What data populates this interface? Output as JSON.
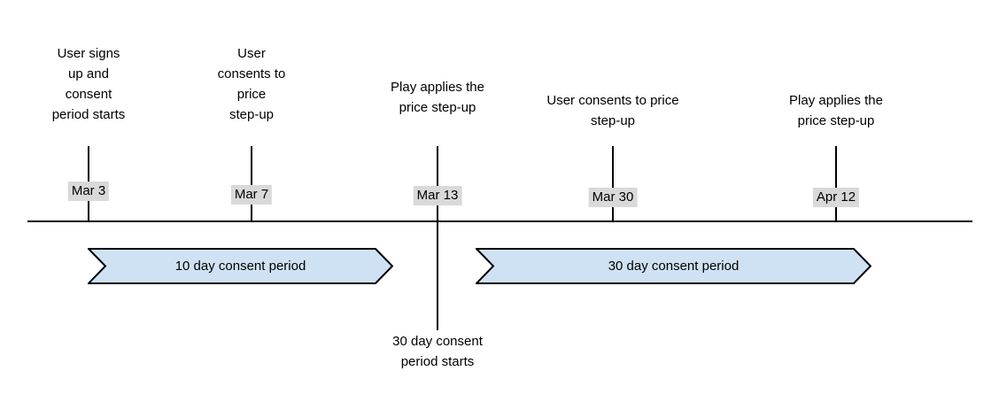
{
  "colors": {
    "background": "#ffffff",
    "text": "#000000",
    "axis": "#000000",
    "date_label_bg": "#d9d9d9",
    "banner_fill": "#cfe2f3",
    "banner_border": "#000000"
  },
  "events": [
    {
      "date": "Mar 3",
      "description": "User signs\nup and\nconsent\nperiod starts"
    },
    {
      "date": "Mar 7",
      "description": "User\nconsents to\nprice\nstep-up"
    },
    {
      "date": "Mar 13",
      "description": "Play applies the\nprice step-up"
    },
    {
      "date": "Mar 30",
      "description": "User consents to price\nstep-up"
    },
    {
      "date": "Apr 12",
      "description": "Play applies the\nprice step-up"
    }
  ],
  "periods": [
    {
      "label": "10 day consent period"
    },
    {
      "label": "30 day consent period"
    }
  ],
  "annotation": {
    "text": "30 day consent\nperiod starts"
  }
}
